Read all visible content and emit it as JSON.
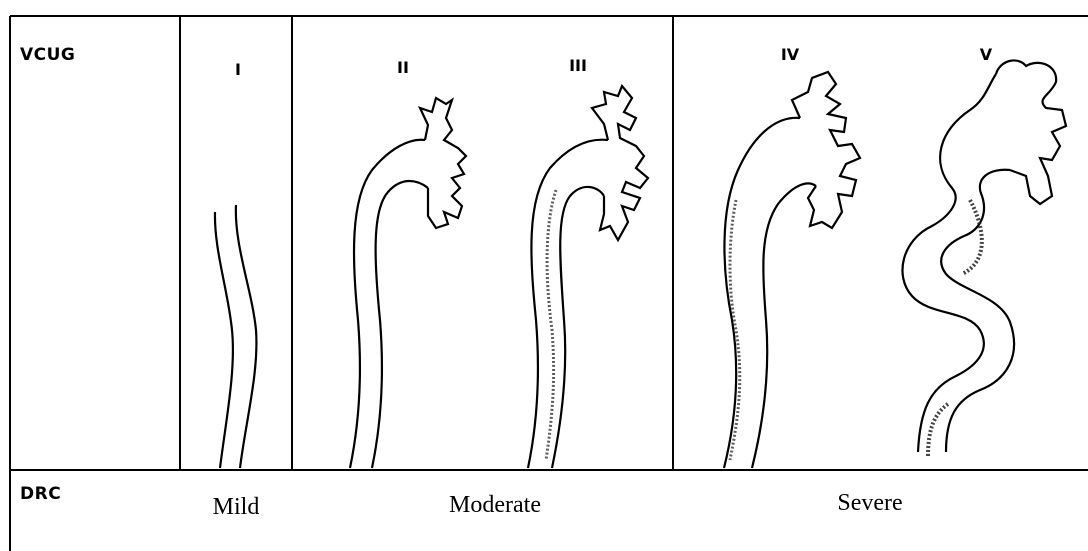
{
  "rows": {
    "top_label": "VCUG",
    "bottom_label": "DRC"
  },
  "grades": [
    "I",
    "II",
    "III",
    "IV",
    "V"
  ],
  "severity": {
    "mild": "Mild",
    "moderate": "Moderate",
    "severe": "Severe"
  }
}
